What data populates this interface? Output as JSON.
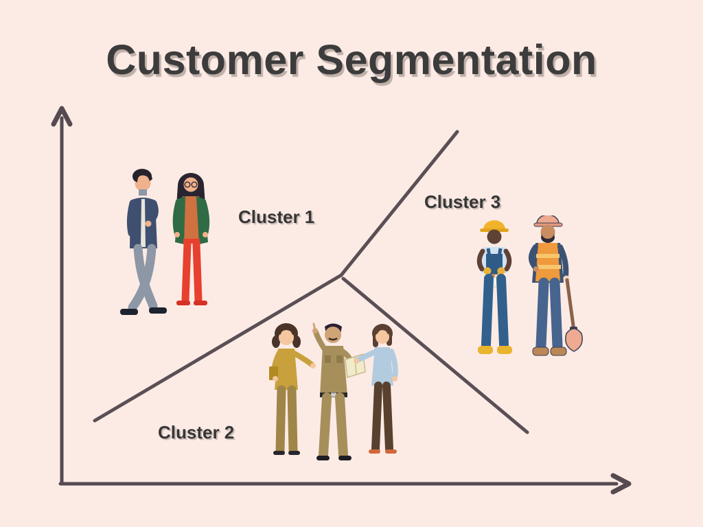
{
  "page": {
    "title": "Customer Segmentation"
  },
  "diagram": {
    "type": "cluster-segmentation-plot",
    "clusters": [
      {
        "label": "Cluster 1"
      },
      {
        "label": "Cluster 2"
      },
      {
        "label": "Cluster 3"
      }
    ],
    "illustrations": {
      "cluster1": "business-casual-pair-illustration",
      "cluster2": "office-team-trio-illustration",
      "cluster3": "construction-workers-illustration"
    },
    "colors": {
      "background": "#fcebe5",
      "axis_line": "#564a51",
      "boundary_line": "#5a4f55",
      "title_text": "#3d3c3c",
      "label_text": "#363636"
    }
  }
}
